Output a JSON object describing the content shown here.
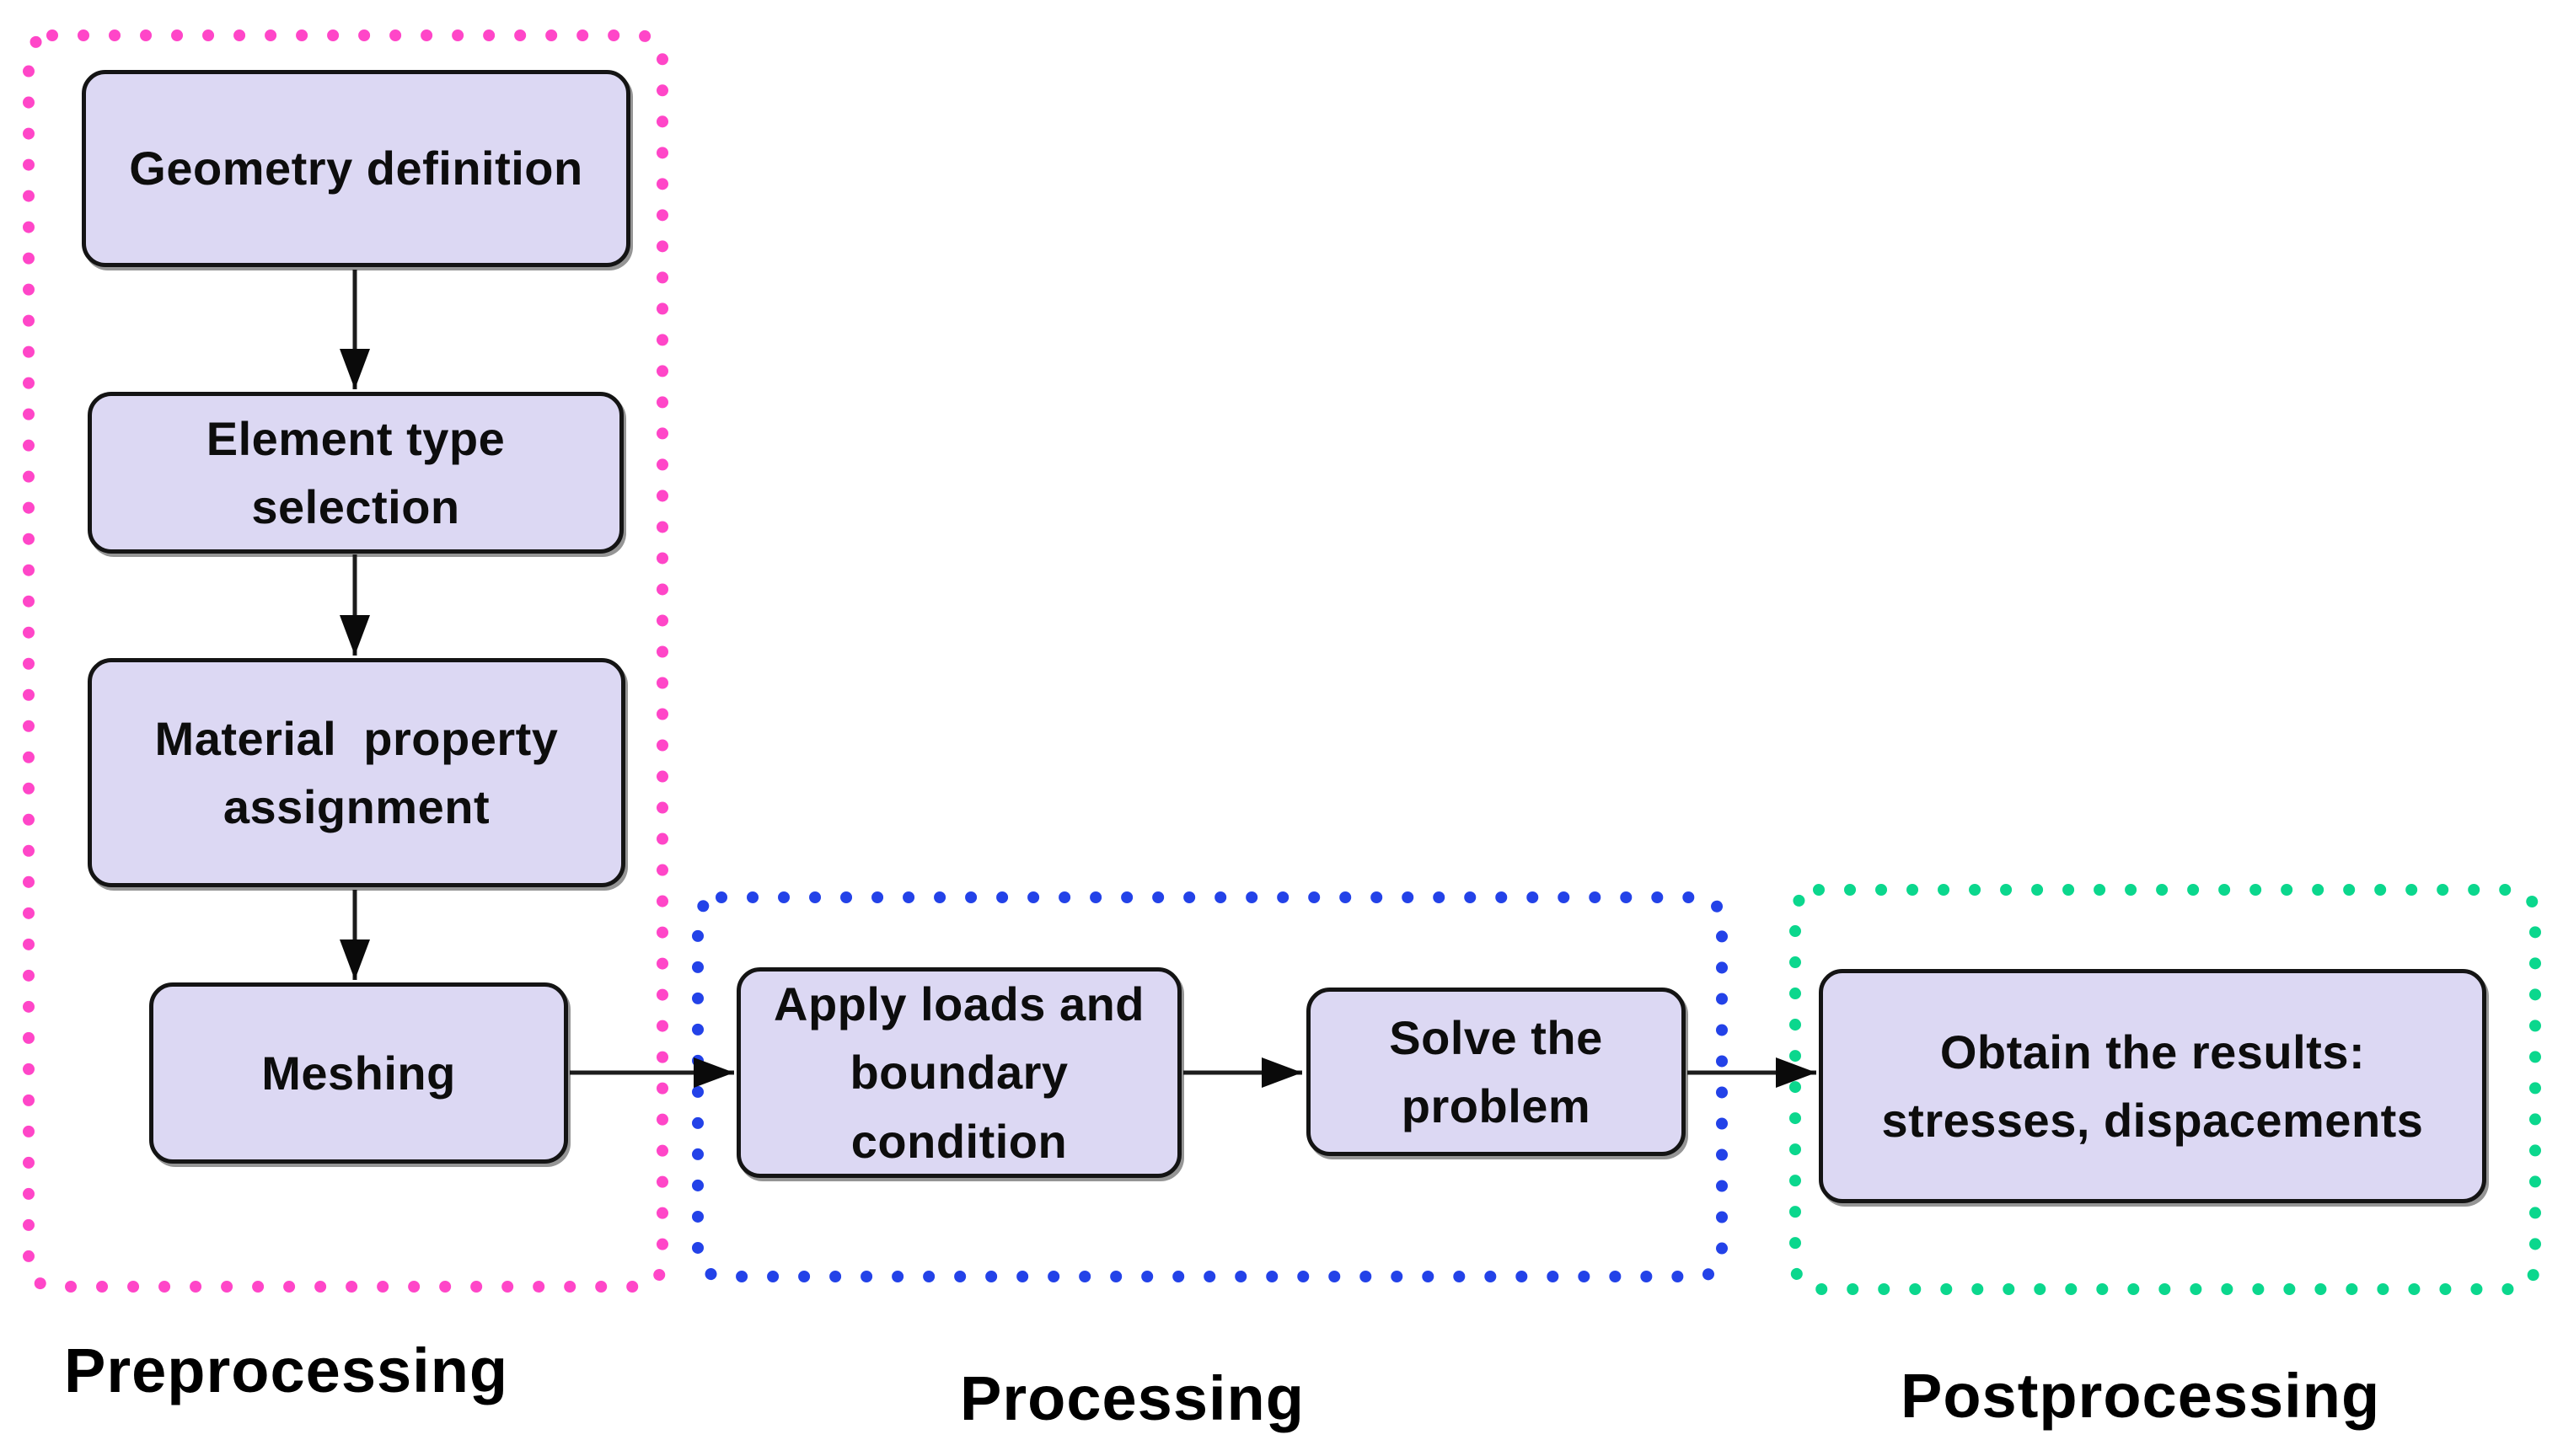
{
  "colors": {
    "background": "#ffffff",
    "node_fill": "#dcd8f3",
    "node_border": "#141414",
    "arrow": "#1c1c1c",
    "arrowhead": "#0a0a0a",
    "preprocessing_border": "#ff46c8",
    "processing_border": "#2342e8",
    "postprocessing_border": "#0bd78d",
    "label_text": "#000000"
  },
  "sections": {
    "preprocessing": {
      "label": "Preprocessing"
    },
    "processing": {
      "label": "Processing"
    },
    "postprocessing": {
      "label": "Postprocessing"
    }
  },
  "nodes": {
    "geometry": {
      "text": "Geometry definition"
    },
    "element_type": {
      "text": "Element type\nselection"
    },
    "material": {
      "text": "Material  property\nassignment"
    },
    "meshing": {
      "text": "Meshing"
    },
    "apply_loads": {
      "text": "Apply loads and\nboundary\ncondition"
    },
    "solve": {
      "text": "Solve the\nproblem"
    },
    "results": {
      "text": "Obtain the results:\nstresses, dispacements"
    }
  },
  "flow": [
    {
      "from": "Geometry definition",
      "to": "Element type selection"
    },
    {
      "from": "Element type selection",
      "to": "Material property assignment"
    },
    {
      "from": "Material property assignment",
      "to": "Meshing"
    },
    {
      "from": "Meshing",
      "to": "Apply loads and boundary condition"
    },
    {
      "from": "Apply loads and boundary condition",
      "to": "Solve the problem"
    },
    {
      "from": "Solve the problem",
      "to": "Obtain the results: stresses, dispacements"
    }
  ]
}
